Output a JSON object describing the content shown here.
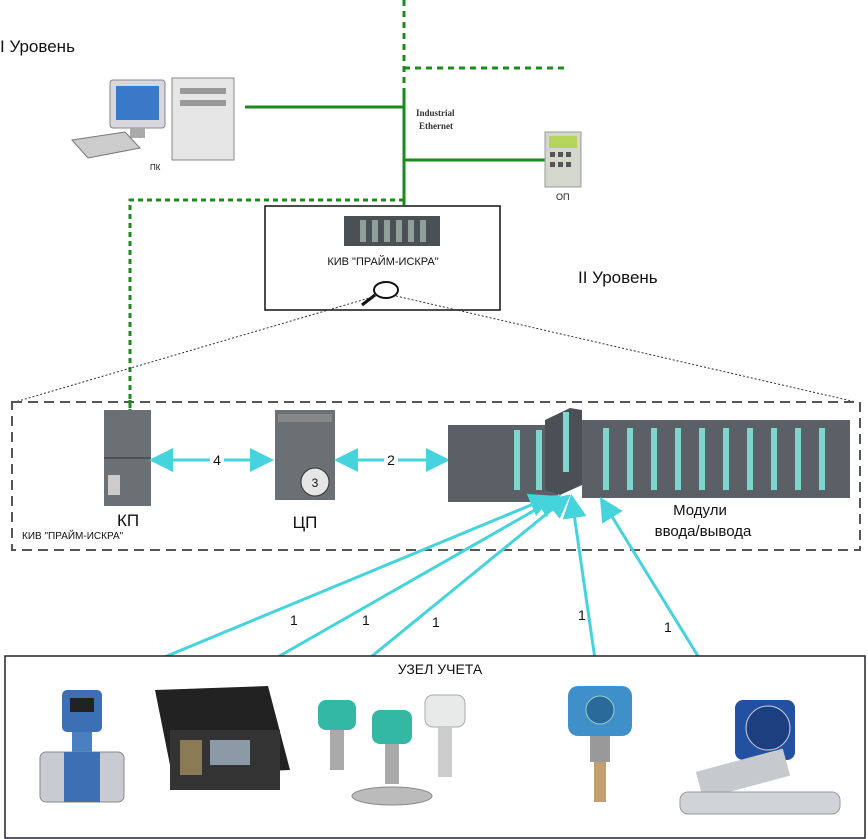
{
  "levels": {
    "level1": "I Уровень",
    "level2": "II Уровень"
  },
  "network": {
    "line1": "Industrial",
    "line2": "Ethernet"
  },
  "nodes": {
    "pc": "ПК",
    "op": "ОП",
    "kiv": "КИВ \"ПРАЙМ-ИСКРА\"",
    "kp": "КП",
    "kp_sub": "КИВ \"ПРАЙМ-ИСКРА\"",
    "cp": "ЦП",
    "cp_badge": "3",
    "io_line1": "Модули",
    "io_line2": "ввода/вывода",
    "metering": "УЗЕЛ УЧЕТА"
  },
  "links": {
    "kp_cp": "4",
    "cp_io": "2",
    "field": [
      "1",
      "1",
      "1",
      "1",
      "1"
    ]
  },
  "colors": {
    "ethernet": "#1e8a1e",
    "link": "#45d3dc",
    "module": "#5a6066",
    "module_accent": "#7fd6cf"
  }
}
